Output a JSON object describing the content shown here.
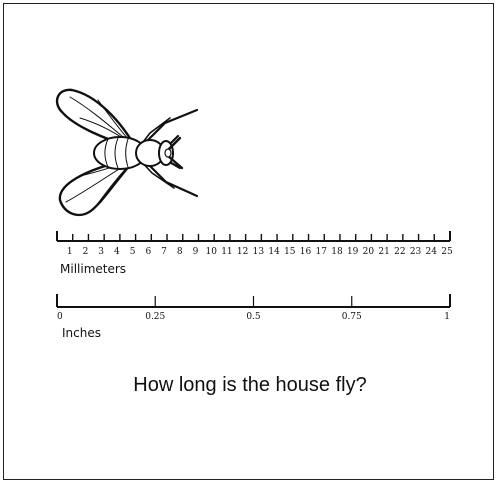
{
  "mm_ruler": {
    "unit_label": "Millimeters",
    "tick_labels": [
      "1",
      "2",
      "3",
      "4",
      "5",
      "6",
      "7",
      "8",
      "9",
      "10",
      "11",
      "12",
      "13",
      "14",
      "15",
      "16",
      "17",
      "18",
      "19",
      "20",
      "21",
      "22",
      "23",
      "24",
      "25"
    ]
  },
  "inch_ruler": {
    "unit_label": "Inches",
    "tick_labels": [
      "0",
      "0.25",
      "0.5",
      "0.75",
      "1"
    ]
  },
  "question": "How long is the house fly?",
  "colors": {
    "line": "#111111",
    "border": "#222222",
    "background": "#ffffff"
  }
}
